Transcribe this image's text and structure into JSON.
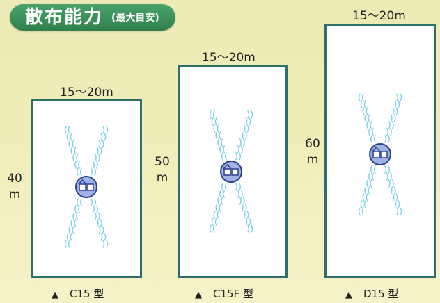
{
  "title": {
    "main": "散布能力",
    "sub": "(最大目安)"
  },
  "panels": [
    {
      "id": "c15",
      "width_label": "15～20m",
      "length_value": "40",
      "length_unit": "m",
      "model": "C15 型",
      "marker": "▲"
    },
    {
      "id": "c15f",
      "width_label": "15～20m",
      "length_value": "50",
      "length_unit": "m",
      "model": "C15F 型",
      "marker": "▲"
    },
    {
      "id": "d15",
      "width_label": "15～20m",
      "length_value": "60",
      "length_unit": "m",
      "model": "D15 型",
      "marker": "▲"
    }
  ],
  "colors": {
    "frame": "#2f6f6a",
    "spray": "#7fd0ea",
    "machine_fill": "#9fb4e6",
    "machine_stroke": "#2b3f8f",
    "title_bg": "#3a8f5a"
  },
  "icons": [
    "sprayer-machine-icon",
    "spray-pattern-icon",
    "triangle-marker-icon"
  ]
}
